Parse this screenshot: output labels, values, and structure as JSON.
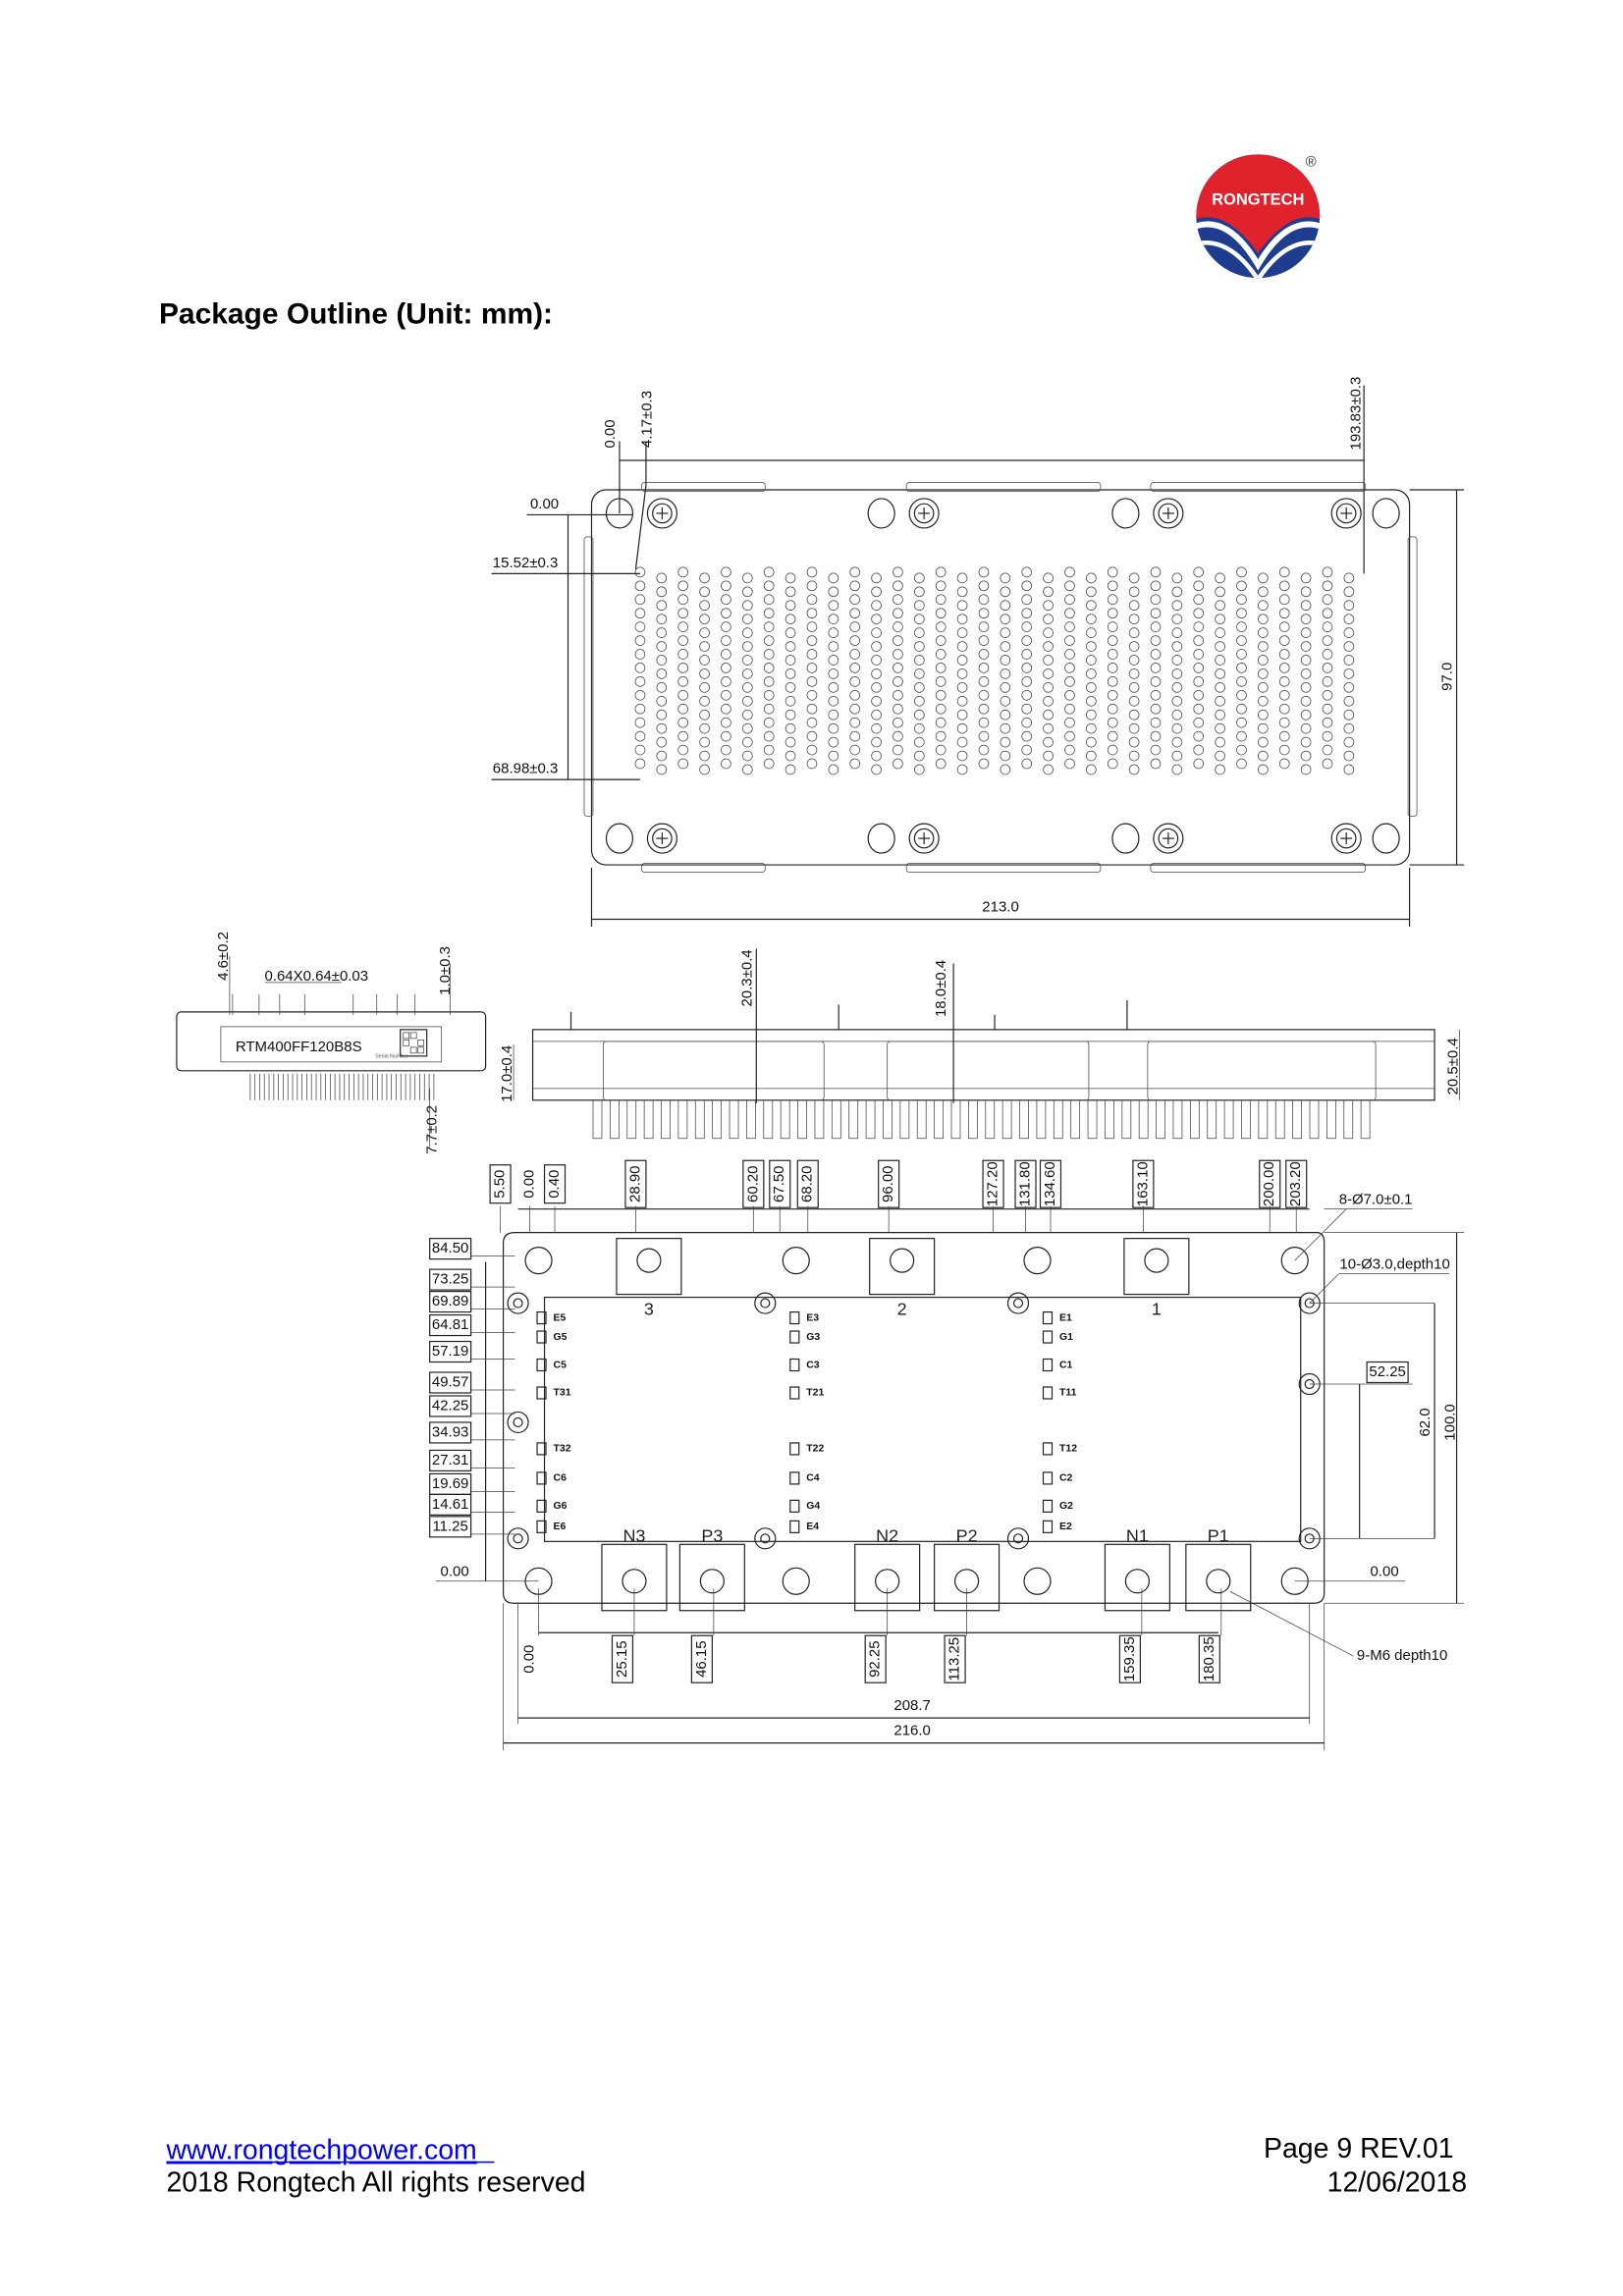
{
  "header": {
    "logo_text": "RONGTECH",
    "registered_mark": "®",
    "title": "Package Outline (Unit: mm):"
  },
  "colors": {
    "logo_red": "#e0222d",
    "logo_blue": "#1f3d8f",
    "link": "#0000ee"
  },
  "top_view": {
    "dims": [
      "0.00",
      "4.17±0.3",
      "193.83±0.3",
      "0.00",
      "15.52±0.3",
      "68.98±0.3",
      "97.0",
      "213.0"
    ]
  },
  "side_small": {
    "part_number": "RTM400FF120B8S",
    "serial_label": "Serial Number",
    "dims": [
      "4.6±0.2",
      "0.64X0.64±0.03",
      "1.0±0.3",
      "7.7±0.2"
    ]
  },
  "side_view": {
    "dims": [
      "20.3±0.4",
      "18.0±0.4",
      "17.0±0.4",
      "20.5±0.4"
    ]
  },
  "bottom_view": {
    "top_dims": [
      "5.50",
      "0.00",
      "0.40",
      "28.90",
      "60.20",
      "67.50",
      "68.20",
      "96.00",
      "127.20",
      "131.80",
      "134.60",
      "163.10",
      "200.00",
      "203.20"
    ],
    "left_dims": [
      "84.50",
      "73.25",
      "69.89",
      "64.81",
      "57.19",
      "49.57",
      "42.25",
      "34.93",
      "27.31",
      "19.69",
      "14.61",
      "11.25",
      "0.00"
    ],
    "right_dims": [
      "8-Ø7.0±0.1",
      "10-Ø3.0,depth10",
      "52.25",
      "62.0",
      "100.0",
      "0.00",
      "9-M6 depth10"
    ],
    "bottom_dims": [
      "0.00",
      "25.15",
      "46.15",
      "92.25",
      "113.25",
      "159.35",
      "180.35"
    ],
    "overall_dims": [
      "208.7",
      "216.0"
    ],
    "terminals_top": [
      "3",
      "2",
      "1"
    ],
    "terminals_bottom": [
      "N3",
      "P3",
      "N2",
      "P2",
      "N1",
      "P1"
    ],
    "pins": [
      [
        "E5",
        "G5",
        "C5",
        "T31",
        "T32",
        "C6",
        "G6",
        "E6"
      ],
      [
        "E3",
        "G3",
        "C3",
        "T21",
        "T22",
        "C4",
        "G4",
        "E4"
      ],
      [
        "E1",
        "G1",
        "C1",
        "T11",
        "T12",
        "C2",
        "G2",
        "E2"
      ]
    ]
  },
  "footer": {
    "website": "www.rongtechpower.com",
    "copyright": "2018 Rongtech All rights reserved",
    "page": "Page 9  REV.01",
    "date": "12/06/2018"
  }
}
